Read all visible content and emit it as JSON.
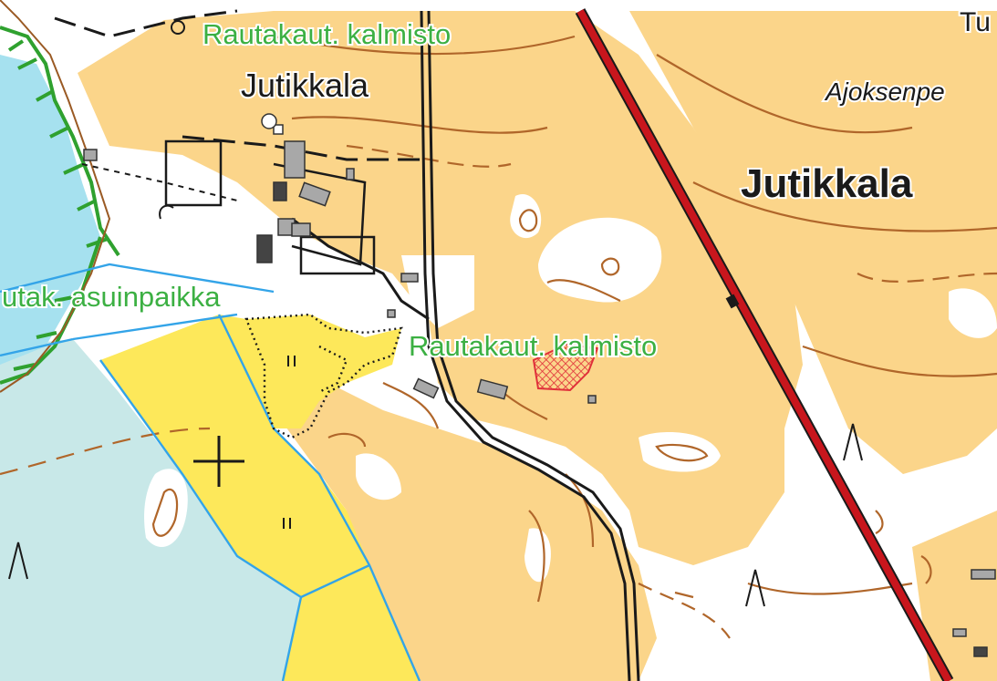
{
  "map": {
    "labels": {
      "village_large": "Jutikkala",
      "village_small": "Jutikkala",
      "area_partial": "Ajoksenpe",
      "edge_partial": "Tu",
      "site_top": "Rautakaut. kalmisto",
      "site_middle": "Rautakaut. kalmisto",
      "settlement": "utak. asuinpaikka"
    },
    "colors": {
      "water": "#a6e1ef",
      "water_light": "#c8e8e8",
      "open_land": "#fbd58a",
      "field": "#fde85a",
      "contour": "#b0662a",
      "boundary": "#33a4e8",
      "railway": "#c8161d",
      "antiquity_label": "#3cb043",
      "building": "#a8a8a8"
    },
    "icons": [
      "cross-icon",
      "marsh-symbol-icon",
      "meadow-symbol-icon",
      "antiquity-area-icon"
    ]
  }
}
